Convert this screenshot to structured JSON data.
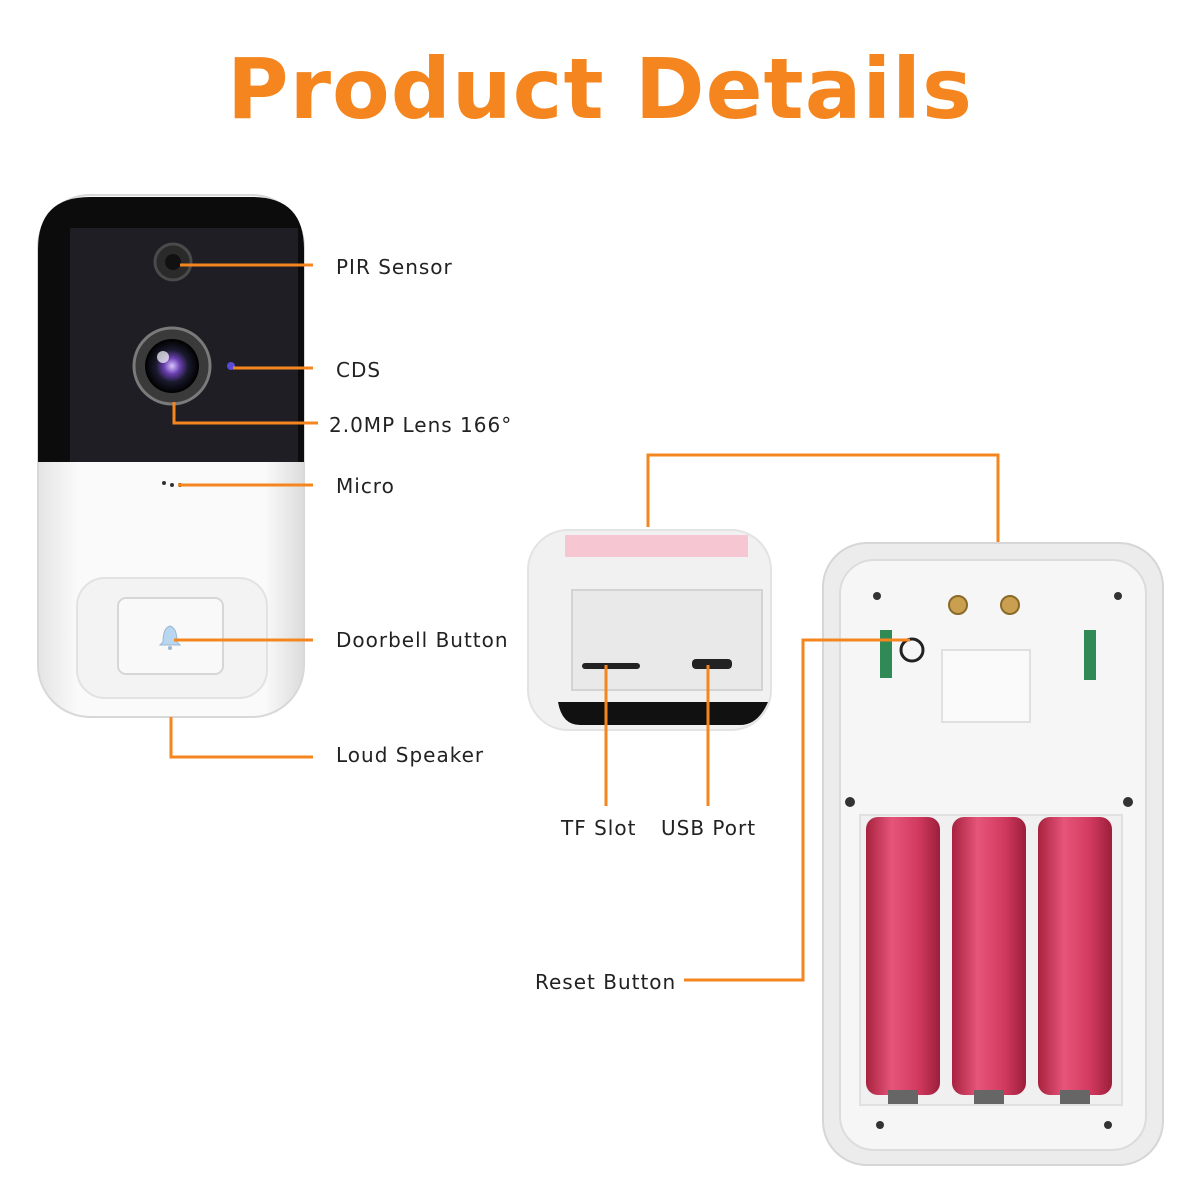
{
  "page": {
    "title": "Product Details",
    "accent_color": "#f5861f"
  },
  "front_labels": {
    "pir_sensor": "PIR Sensor",
    "cds": "CDS",
    "lens_mp": "2.0MP",
    "lens_angle": "Lens 166°",
    "micro": "Micro",
    "doorbell_button": "Doorbell Button",
    "loud_speaker": "Loud Speaker"
  },
  "back_labels": {
    "tf_slot": "TF Slot",
    "usb_port": "USB Port",
    "reset_button": "Reset Button"
  },
  "icons": [
    "bell-icon"
  ]
}
